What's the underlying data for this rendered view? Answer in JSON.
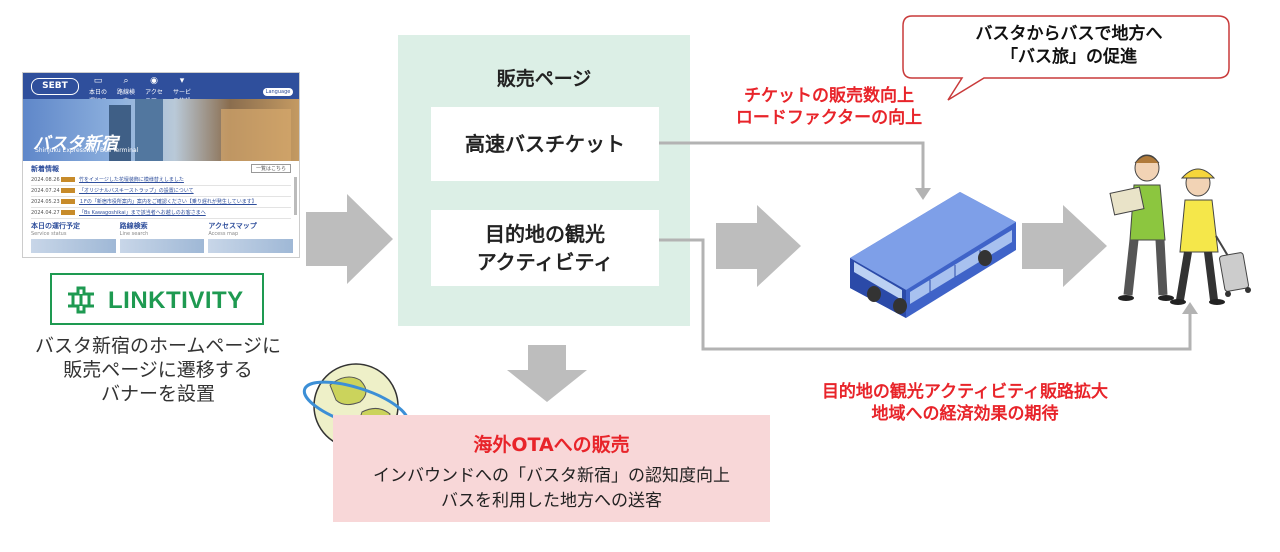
{
  "website": {
    "logo": "SEBT",
    "nav": [
      "本日の運行予定",
      "路線検索",
      "アクセスマップ",
      "サービス施設案内"
    ],
    "lang": "Language",
    "hero_title": "バスタ新宿",
    "hero_sub": "Shinjuku Expressway Bus Terminal",
    "news_title": "新着情報",
    "news_more": "一覧はこちら",
    "news": [
      {
        "date": "2024.08.26",
        "text": "竹をイメージした花壇装飾に模様替えしました"
      },
      {
        "date": "2024.07.24",
        "text": "「オリジナルバスキーストラップ」の設置について"
      },
      {
        "date": "2024.05.23",
        "text": "１Fの「新宿市役所案内」案内をご確認ください【乗り遅れが発生しています】"
      },
      {
        "date": "2024.04.27",
        "text": "「Bs Kawagoshikai」まで該当者へお越しのお客さまへ"
      }
    ],
    "tiles": [
      {
        "title": "本日の運行予定",
        "sub": "Service status"
      },
      {
        "title": "路線検索",
        "sub": "Line search"
      },
      {
        "title": "アクセスマップ",
        "sub": "Access map"
      }
    ]
  },
  "logo_text": "LINKTIVITY",
  "banner_lines": [
    "バスタ新宿のホームページに",
    "販売ページに遷移する",
    "バナーを設置"
  ],
  "panel": {
    "title": "販売ページ",
    "box1": "高速バスチケット",
    "box2_lines": [
      "目的地の観光",
      "アクティビティ"
    ]
  },
  "bubble_lines": [
    "バスタからバスで地方へ",
    "「バス旅」の促進"
  ],
  "red_top": [
    "チケットの販売数向上",
    "ロードファクターの向上"
  ],
  "red_bottom": [
    "目的地の観光アクティビティ販路拡大",
    "地域への経済効果の期待"
  ],
  "overseas": {
    "title": "海外OTAへの販売",
    "lines": [
      "インバウンドへの「バスタ新宿」の認知度向上",
      "バスを利用した地方への送客"
    ]
  },
  "colors": {
    "green_panel": "#dcefe6",
    "linktivity_green": "#1e9a51",
    "red": "#e8242a",
    "pink": "#f8d7d8",
    "arrow_gray": "#bdbdbd",
    "bus_blue": "#4a6fd0"
  }
}
